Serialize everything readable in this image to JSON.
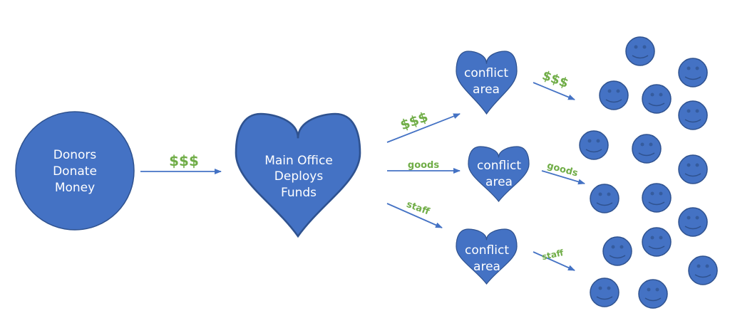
{
  "donor_node": {
    "lines": [
      "Donors",
      "Donate",
      "Money"
    ]
  },
  "main_node": {
    "lines": [
      "Main Office",
      "Deploys",
      "Funds"
    ]
  },
  "conflict_areas": [
    {
      "lines": [
        "conflict",
        "area"
      ]
    },
    {
      "lines": [
        "conflict",
        "area"
      ]
    },
    {
      "lines": [
        "conflict",
        "area"
      ]
    }
  ],
  "flow_labels": {
    "donor_to_main": "$$$",
    "main_to_area1": "$$$",
    "main_to_area2": "goods",
    "main_to_area3": "staff",
    "area1_to_people": "$$$",
    "area2_to_people": "goods",
    "area3_to_people": "staff"
  },
  "people_count": 16,
  "colors": {
    "node": "#4472C4",
    "label": "#70AD47"
  }
}
